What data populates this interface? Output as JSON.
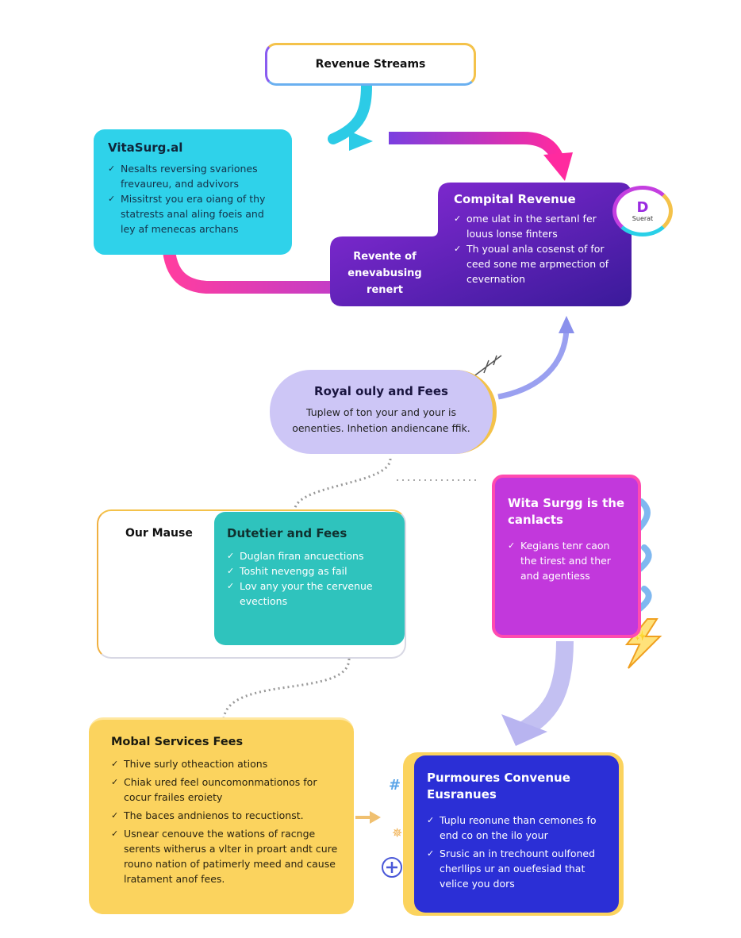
{
  "title": "Revenue Streams",
  "vitasurg": {
    "title": "VitaSurg.al",
    "items": [
      "Nesalts reversing svariones frevaureu, and advivors",
      "Missitrst you era oiang of thy statrests anal aling foeis and ley af menecas archans"
    ]
  },
  "compital": {
    "title": "Compital Revenue",
    "items": [
      "ome ulat in the sertanl fer louus lonse finters",
      "Th youal anla cosenst of for ceed sone me arpmection of cevernation"
    ],
    "sub_label": "Revente of enevabusing renert",
    "badge_letter": "D",
    "badge_text": "Suerat"
  },
  "royal": {
    "title": "Royal ouly and Fees",
    "body": "Tuplew of ton your and your is oenenties. Inhetion andiencane ffik."
  },
  "our_mause": {
    "label": "Our Mause"
  },
  "dutetier": {
    "title": "Dutetier and Fees",
    "items": [
      "Duglan firan ancuections",
      "Toshit nevengg as fail",
      "Lov any your the cervenue evections"
    ]
  },
  "wita": {
    "title": "Wita Surgg is the canlacts",
    "items": [
      "Kegians tenr caon the tirest and ther and agentiess"
    ]
  },
  "mobal": {
    "title": "Mobal Services Fees",
    "items": [
      "Thive surly otheaction ations",
      "Chiak ured feel ouncomonmationos for cocur frailes eroiety",
      "The baces andnienos to recuctionst.",
      "Usnear cenouve the wations of racnge serents witherus a vlter in proart andt cure rouno nation of patimerly meed and cause lratament anof fees."
    ]
  },
  "purmoures": {
    "title": "Purmoures Convenue Eusranues",
    "items": [
      "Tuplu reonune than cemones fo end co on the ilo your",
      "Srusic an in trechount oulfoned cherllips ur an ouefesiad that velice you dors"
    ]
  }
}
